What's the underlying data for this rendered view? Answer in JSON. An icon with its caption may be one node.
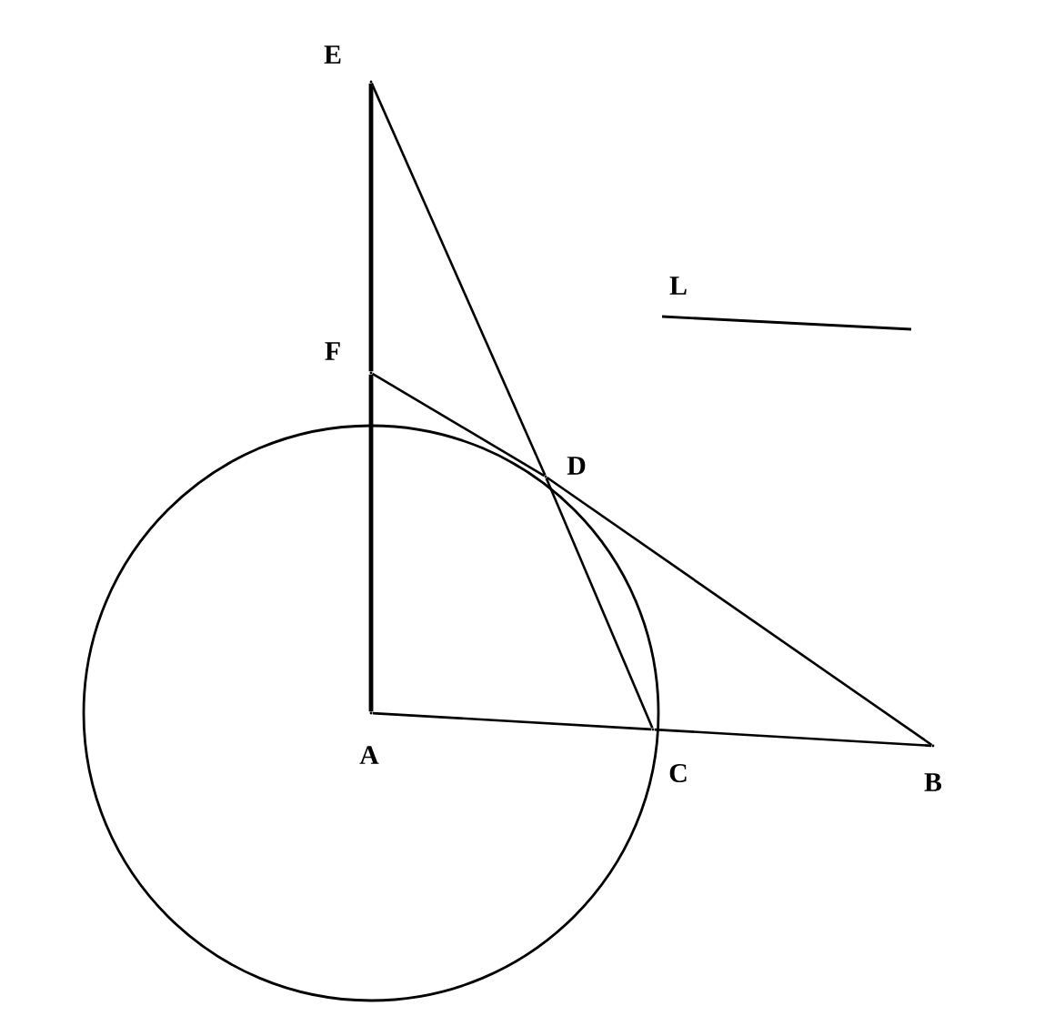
{
  "diagram": {
    "nodes": [
      {
        "text": [],
        "shape": "point",
        "beside": [
          "E"
        ]
      },
      {
        "text": [],
        "shape": "point",
        "beside": [
          "F"
        ]
      },
      {
        "text": [],
        "shape": "point",
        "beside": [
          "D"
        ]
      },
      {
        "text": [],
        "shape": "point",
        "beside": [
          "A"
        ]
      },
      {
        "text": [],
        "shape": "point",
        "beside": [
          "C"
        ]
      },
      {
        "text": [],
        "shape": "point",
        "beside": [
          "B"
        ]
      }
    ],
    "edges": [
      {
        "from": 0,
        "to": 1,
        "arrow": "none"
      },
      {
        "from": 1,
        "to": 3,
        "arrow": "none"
      },
      {
        "from": 0,
        "to": 2,
        "arrow": "none"
      },
      {
        "from": 2,
        "to": 4,
        "arrow": "none"
      },
      {
        "from": 1,
        "to": 2,
        "arrow": "none"
      },
      {
        "from": 2,
        "to": 5,
        "arrow": "none"
      },
      {
        "from": 3,
        "to": 4,
        "arrow": "none"
      },
      {
        "from": 4,
        "to": 5,
        "arrow": "none"
      }
    ],
    "labels": [
      "L"
    ]
  }
}
